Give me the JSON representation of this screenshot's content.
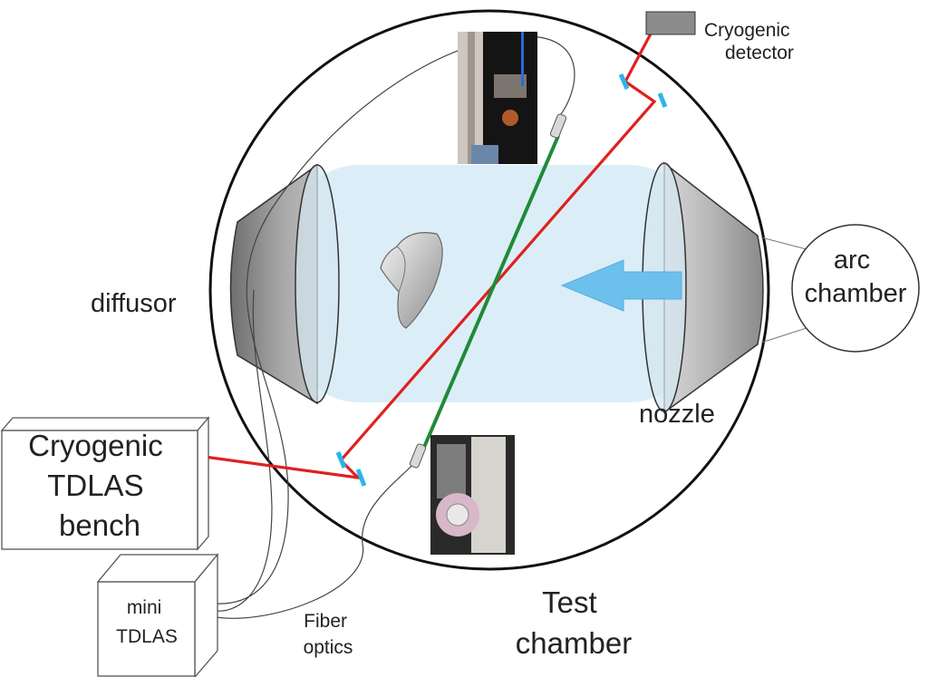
{
  "labels": {
    "cryogenic_detector": [
      "Cryogenic",
      "detector"
    ],
    "diffusor": "diffusor",
    "arc_chamber": [
      "arc",
      "chamber"
    ],
    "nozzle": "nozzle",
    "cryogenic_tdlas_bench": [
      "Cryogenic",
      "TDLAS",
      "bench"
    ],
    "mini_tdlas": [
      "mini",
      "TDLAS"
    ],
    "fiber_optics": [
      "Fiber",
      "optics"
    ],
    "test_chamber": [
      "Test",
      "chamber"
    ]
  },
  "colors": {
    "laser_beam": "#e02020",
    "fiber_beam": "#1f8a3a",
    "mirror": "#29b6e8",
    "flow": "#dbeef8",
    "flow_arrow": "#6cc0ec",
    "cone_body": "#a9a9a9",
    "cone_face": "#d4e6f0",
    "detector": "#8c8c8c",
    "outline": "#111111"
  },
  "icons": {
    "model": "test-model-icon",
    "top_photo": "upper-optics-photo-icon",
    "bottom_photo": "lower-optics-photo-icon"
  }
}
